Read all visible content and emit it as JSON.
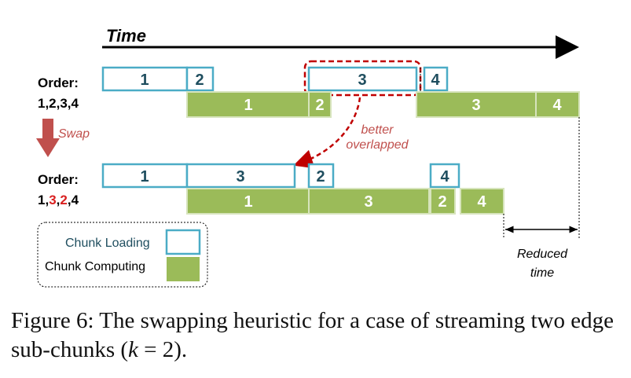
{
  "time_label": "Time",
  "top_row": {
    "order_label": "Order:",
    "order_value": "1,2,3,4",
    "loading": [
      "1",
      "2",
      "3",
      "4"
    ],
    "computing": [
      "1",
      "2",
      "3",
      "4"
    ]
  },
  "swap_label": "Swap",
  "annotation": {
    "line1": "better",
    "line2": "overlapped"
  },
  "bottom_row": {
    "order_label": "Order:",
    "order_value": [
      {
        "text": "1,",
        "highlight": false
      },
      {
        "text": "3",
        "highlight": true
      },
      {
        "text": ",",
        "highlight": false
      },
      {
        "text": "2",
        "highlight": true
      },
      {
        "text": ",4",
        "highlight": false
      }
    ],
    "loading": [
      "1",
      "3",
      "2",
      "4"
    ],
    "computing": [
      "1",
      "3",
      "2",
      "4"
    ]
  },
  "legend": {
    "loading": "Chunk Loading",
    "computing": "Chunk Computing"
  },
  "reduced": {
    "line1": "Reduced",
    "line2": "time"
  },
  "caption": {
    "prefix": "Figure 6: The swapping heuristic for a case of streaming two edge sub-chunks (",
    "math": "k",
    "eq": " = 2",
    "suffix": ")."
  },
  "colors": {
    "loading_border": "#4bacc6",
    "loading_text": "#1f4e5f",
    "computing_fill": "#9bbb59",
    "computing_text": "#ffffff",
    "swap_arrow": "#c0504d",
    "highlight": "#d92020",
    "annotation": "#c0504d"
  }
}
